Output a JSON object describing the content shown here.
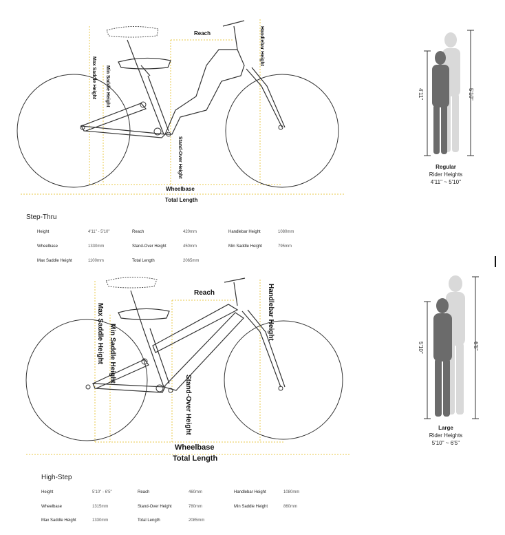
{
  "sections": [
    {
      "model": "Step-Thru",
      "labels": {
        "reach": "Reach",
        "handlebar_height": "Handlebar Height",
        "max_saddle_height": "Max Saddle Height",
        "min_saddle_height": "Min Saddle Height",
        "stand_over_height": "Stand-Over Height",
        "wheelbase": "Wheelbase",
        "total_length": "Total Length"
      },
      "size": {
        "name": "Regular",
        "rider_heights_label": "Rider Heights",
        "range": "4'11'' ~ 5'10''",
        "short_person": "4'11\"",
        "tall_person": "5'10\""
      },
      "specs": [
        {
          "label": "Height",
          "value": "4'11\" - 5'10\""
        },
        {
          "label": "Reach",
          "value": "420mm"
        },
        {
          "label": "Handlebar Height",
          "value": "1080mm"
        },
        {
          "label": "Wheelbase",
          "value": "1330mm"
        },
        {
          "label": "Stand-Over Height",
          "value": "450mm"
        },
        {
          "label": "Min Saddle Height",
          "value": "795mm"
        },
        {
          "label": "Max Saddle Height",
          "value": "1100mm"
        },
        {
          "label": "Total Length",
          "value": "2065mm"
        }
      ]
    },
    {
      "model": "High-Step",
      "labels": {
        "reach": "Reach",
        "handlebar_height": "Handlebar Height",
        "max_saddle_height": "Max Saddle Height",
        "min_saddle_height": "Min Saddle Height",
        "stand_over_height": "Stand-Over Height",
        "wheelbase": "Wheelbase",
        "total_length": "Total Length"
      },
      "size": {
        "name": "Large",
        "rider_heights_label": "Rider Heights",
        "range": "5'10'' ~ 6'5''",
        "short_person": "5'10\"",
        "tall_person": "6'5\""
      },
      "specs": [
        {
          "label": "Height",
          "value": "5'10\" - 6'5\""
        },
        {
          "label": "Reach",
          "value": "460mm"
        },
        {
          "label": "Handlebar Height",
          "value": "1080mm"
        },
        {
          "label": "Wheelbase",
          "value": "1315mm"
        },
        {
          "label": "Stand-Over Height",
          "value": "780mm"
        },
        {
          "label": "Min Saddle Height",
          "value": "860mm"
        },
        {
          "label": "Max Saddle Height",
          "value": "1330mm"
        },
        {
          "label": "Total Length",
          "value": "2085mm"
        }
      ]
    }
  ],
  "colors": {
    "guide_line": "#e8c84a",
    "bike_stroke": "#333333",
    "person_dark": "#6b6b6b",
    "person_light": "#d9d9d9"
  }
}
